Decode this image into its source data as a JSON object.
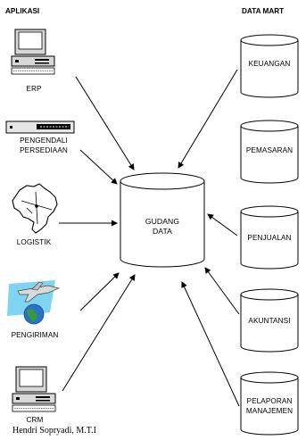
{
  "headings": {
    "left": "APLIKASI",
    "right": "DATA MART"
  },
  "applications": [
    {
      "name": "ERP",
      "icon": "desktop-computer-icon"
    },
    {
      "name": "PENGENDALI PERSEDIAAN",
      "icon": "network-switch-icon"
    },
    {
      "name": "LOGISTIK",
      "icon": "brazil-map-icon"
    },
    {
      "name": "PENGIRIMAN",
      "icon": "airplane-globe-icon"
    },
    {
      "name": "CRM",
      "icon": "desktop-computer-icon"
    }
  ],
  "warehouse": {
    "line1": "GUDANG",
    "line2": "DATA"
  },
  "data_marts": [
    "KEUANGAN",
    "PEMASARAN",
    "PENJUALAN",
    "AKUNTANSI",
    "PELAPORAN MANAJEMEN"
  ],
  "author": "Hendri Sopryadi, M.T.I",
  "colors": {
    "line": "#000000",
    "sky": "#7fd4f2",
    "globe": "#2a72c8",
    "land": "#3a9a3a"
  }
}
